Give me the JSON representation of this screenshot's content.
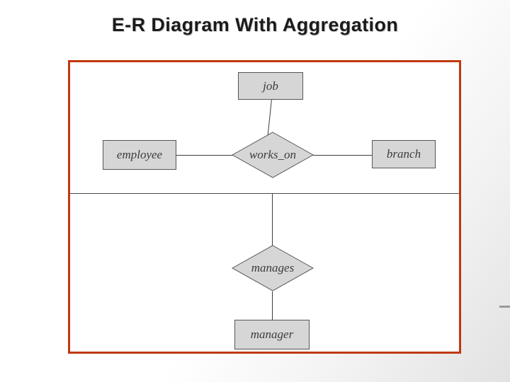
{
  "slide": {
    "title": "E-R Diagram With Aggregation"
  },
  "diagram": {
    "entities": [
      {
        "id": "job",
        "label": "job"
      },
      {
        "id": "employee",
        "label": "employee"
      },
      {
        "id": "branch",
        "label": "branch"
      },
      {
        "id": "manager",
        "label": "manager"
      }
    ],
    "relationships": [
      {
        "id": "works_on",
        "label": "works_on"
      },
      {
        "id": "manages",
        "label": "manages"
      }
    ],
    "colors": {
      "frame_border": "#c0380f",
      "entity_fill": "#d6d6d6",
      "entity_border": "#555555",
      "line": "#3c3c3c",
      "text": "#3b3b3b"
    }
  }
}
